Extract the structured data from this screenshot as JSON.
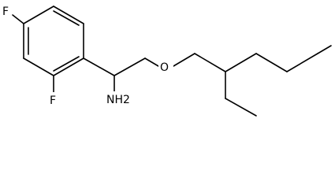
{
  "molecule": {
    "atoms": {
      "fluorine_top": "F",
      "fluorine_bottom": "F",
      "oxygen": "O",
      "amine": "NH2"
    }
  },
  "colors": {
    "bond": "#000000",
    "text": "#000000",
    "background": "#ffffff"
  }
}
